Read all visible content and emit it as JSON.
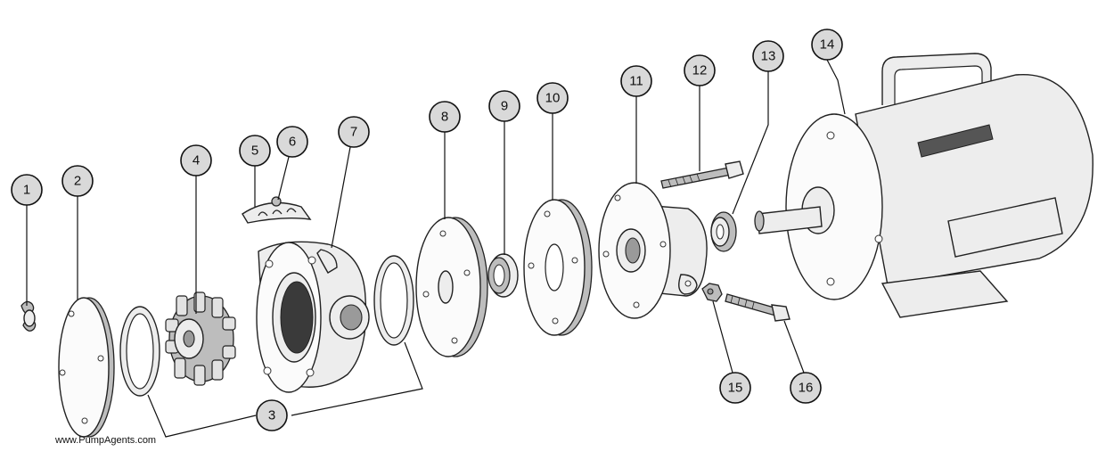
{
  "watermark": "www.PumpAgents.com",
  "callouts": [
    {
      "id": "c1",
      "label": "1"
    },
    {
      "id": "c2",
      "label": "2"
    },
    {
      "id": "c3",
      "label": "3"
    },
    {
      "id": "c4",
      "label": "4"
    },
    {
      "id": "c5",
      "label": "5"
    },
    {
      "id": "c6",
      "label": "6"
    },
    {
      "id": "c7",
      "label": "7"
    },
    {
      "id": "c8",
      "label": "8"
    },
    {
      "id": "c9",
      "label": "9"
    },
    {
      "id": "c10",
      "label": "10"
    },
    {
      "id": "c11",
      "label": "11"
    },
    {
      "id": "c12",
      "label": "12"
    },
    {
      "id": "c13",
      "label": "13"
    },
    {
      "id": "c14",
      "label": "14"
    },
    {
      "id": "c15",
      "label": "15"
    },
    {
      "id": "c16",
      "label": "16"
    }
  ]
}
